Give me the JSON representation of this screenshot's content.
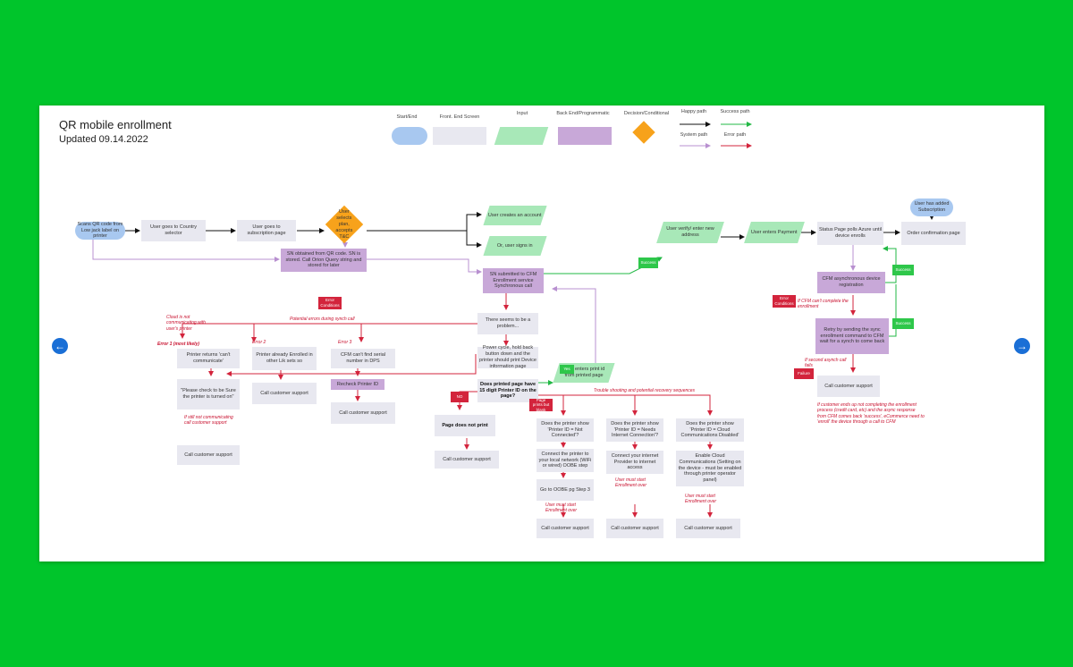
{
  "header": {
    "title": "QR mobile enrollment",
    "updated": "Updated 09.14.2022"
  },
  "legend": {
    "start_end": "Start/End",
    "front_end": "Front. End Screen",
    "input": "Input",
    "back_end": "Back End/Programmatic",
    "decision": "Decision/Conditional",
    "happy_path": "Happy path",
    "success_path": "Success path",
    "system_path": "System path",
    "error_path": "Error path"
  },
  "colors": {
    "background": "#00c52b",
    "start_end": "#a8c8f0",
    "front_end": "#e8e8f0",
    "input": "#a8e8b8",
    "back_end": "#c8a8d8",
    "decision": "#f7a21b",
    "error": "#d3243c",
    "success": "#2ec74a",
    "system": "#c8a8d8"
  },
  "nodes": {
    "scan_qr": "Scans QR code from Low jack label on printer",
    "country": "User goes to Country selector",
    "subscription": "User goes to subscription page",
    "accepts_tc": "User selects plan, accepts T&C",
    "sn_obtained": "SN obtained from QR code. SN is stored. Call Orion Query string and stored for later",
    "creates_account": "User creates an account",
    "signs_in": "Or, user signs in",
    "sn_submitted": "SN submitted to CFM Enrollment service Synchronous call",
    "verify_address": "User verify/ enter new address",
    "enters_payment": "User enters Payment",
    "status_page": "Status Page polls Azure until device enrolls",
    "user_added": "User has added Subscription",
    "order_confirm": "Order confirmation page",
    "cfm_async": "CFM asynchronous device registration",
    "retry": "Retry by sending the sync enrollment command to CFM wait for a synch to come back",
    "there_seems": "There seems to be a problem...",
    "power_cycle": "Power cycle, hold back button down and the printer should print Device information page",
    "enters_id": "User enters print id from printed page",
    "printed_page_q": "Does printed page have 15 digit Printer ID on the page?",
    "page_not_print": "Page does not print",
    "cannot_comm": "Printer returns 'can't communicate'",
    "enrolled": "Printer already Enrolled in other Lik sets so",
    "cant_find": "CFM can't find serial number in DPS",
    "check_on": "\"Please check to be Sure the printer is turned on\"",
    "recheck": "Recheck Printer ID",
    "not_connected": "Does the printer show 'Printer ID = Not Connected'?",
    "needs_connection": "Does the printer show 'Printer ID = Needs Internet Connection'?",
    "comm_disabled": "Does the printer show 'Printer ID = Cloud Communications Disabled'",
    "connect_network": "Connect the printer to your local network (WiFi or wired) OOBE step",
    "goto_oobe": "Go to OOBE pg Step 3",
    "connect_internet": "Connect your internet Provider to internet access",
    "enable_cloud": "Enable Cloud Communications (Setting on the device - must be enabled through printer operator panel)",
    "call_support": "Call customer support"
  },
  "badges": {
    "error_conditions": "Error Conditions",
    "success": "Success",
    "yes": "Yes",
    "no": "NO",
    "page_prints_but_blank": "Page prints but blank",
    "failure": "Failure"
  },
  "notes": {
    "cloud_not_comm": "Cloud is not communicating with user's printer",
    "potential_errors": "Potential errors during synch call",
    "error1": "Error 1 (most likely)",
    "error2": "Error 2",
    "error3": "Error 3",
    "still_not_comm": "If still not communicating call customer support",
    "troubleshooting": "Trouble shooting and potential recovery sequences",
    "restart1": "User must start Enrollment over",
    "restart2": "User must start Enrollment over",
    "restart3": "User must start Enrollment over",
    "cfm_cant_complete": "If CFM can't complete the enrollment",
    "second_async": "If second asynch call fails",
    "customer_ends": "If customer ends up not completing the enrollment process (credit card, etc) and the async response from CFM comes back 'success', eCommerce need to 'enroll' the device through a call to CFM"
  },
  "nav": {
    "prev": "←",
    "next": "→"
  }
}
